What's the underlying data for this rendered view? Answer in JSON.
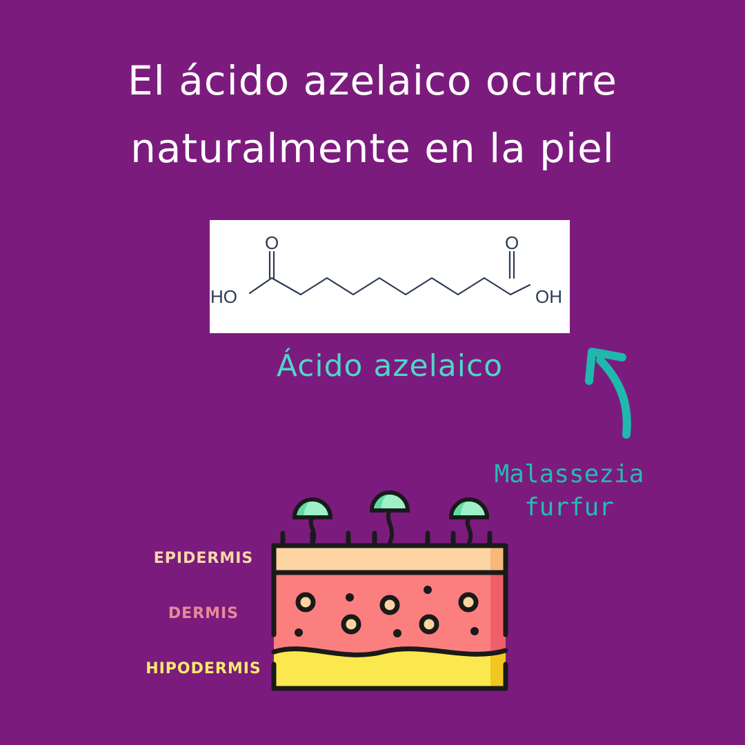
{
  "title": {
    "line1": "El ácido azelaico ocurre",
    "line2": "naturalmente en la piel"
  },
  "molecule": {
    "left_group": "HO",
    "right_group": "OH",
    "oxygen_left": "O",
    "oxygen_right": "O"
  },
  "compound_name": "Ácido azelaico",
  "organism": {
    "line1": "Malassezia",
    "line2": "furfur"
  },
  "skin_layers": {
    "epidermis": "EPIDERMIS",
    "dermis": "DERMIS",
    "hipodermis": "HIPODERMIS"
  },
  "colors": {
    "background": "#7c1b7e",
    "title": "#ffffff",
    "compound_name": "#4fd6c8",
    "organism": "#22bdb1",
    "epidermis_label": "#f7d9a8",
    "dermis_label": "#e58a9a",
    "hipodermis_label": "#f7ec6a",
    "arrow": "#1fb8ac"
  }
}
